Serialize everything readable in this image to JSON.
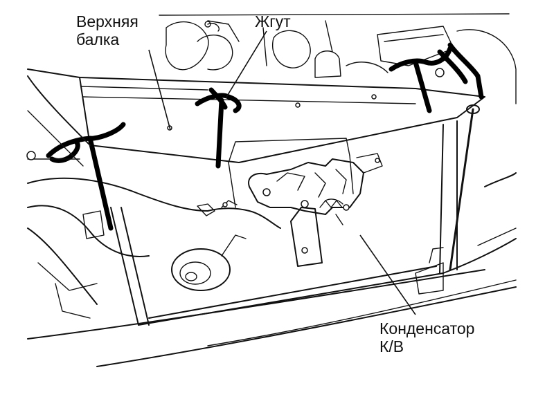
{
  "labels": {
    "upper_beam": [
      "Верхняя",
      "балка"
    ],
    "harness": "Жгут",
    "condenser": [
      "Конденсатор",
      "К/В"
    ]
  },
  "colors": {
    "ink": "#111111",
    "background": "#ffffff"
  }
}
